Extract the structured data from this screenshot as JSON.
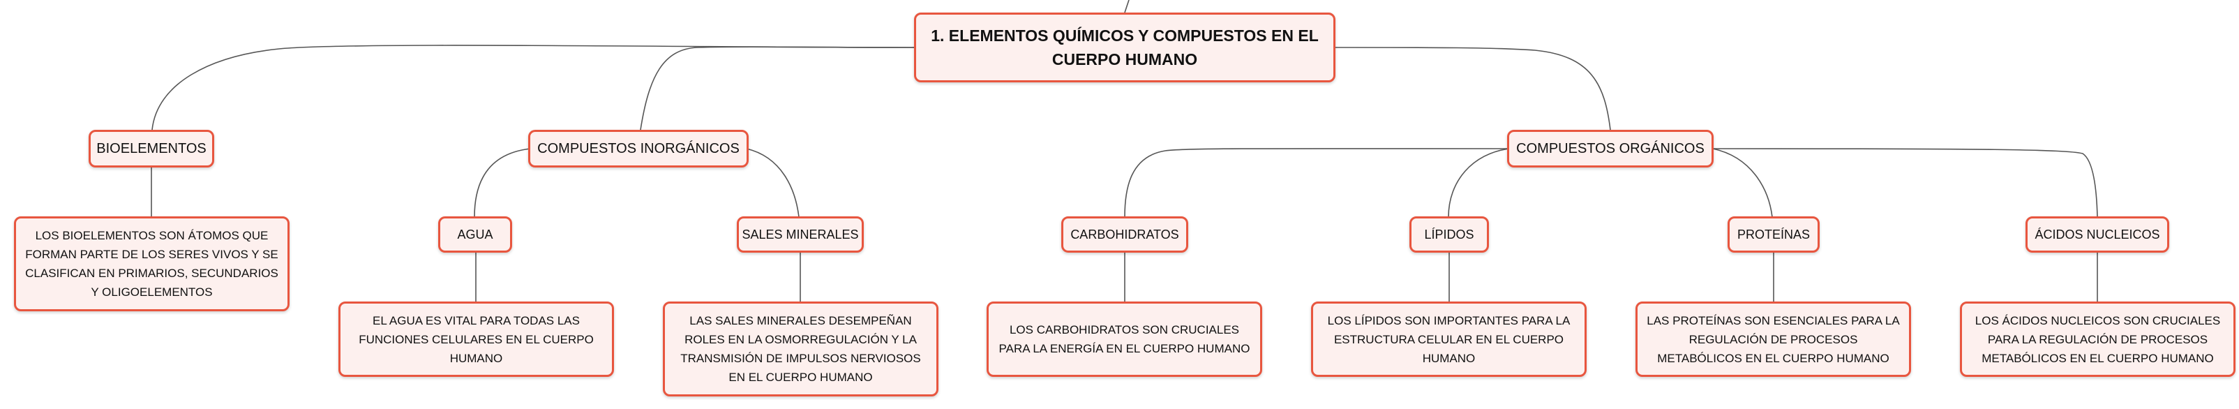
{
  "colors": {
    "node_border": "#e8563f",
    "node_fill": "#fdf0ee",
    "link": "#555555"
  },
  "nodes": {
    "root": "1. ELEMENTOS QUÍMICOS Y COMPUESTOS EN EL CUERPO HUMANO",
    "bioelementos": "BIOELEMENTOS",
    "inorganicos": "COMPUESTOS INORGÁNICOS",
    "organicos": "COMPUESTOS ORGÁNICOS",
    "agua": "AGUA",
    "sales": "SALES MINERALES",
    "carbohidratos": "CARBOHIDRATOS",
    "lipidos": "LÍPIDOS",
    "proteinas": "PROTEÍNAS",
    "acidos": "ÁCIDOS NUCLEICOS",
    "bioelementos_desc": "LOS BIOELEMENTOS SON ÁTOMOS QUE FORMAN PARTE DE LOS SERES VIVOS Y SE CLASIFICAN EN PRIMARIOS, SECUNDARIOS Y OLIGOELEMENTOS",
    "agua_desc": "EL AGUA ES VITAL PARA TODAS LAS FUNCIONES CELULARES EN EL CUERPO HUMANO",
    "sales_desc": "LAS SALES MINERALES DESEMPEÑAN ROLES EN LA OSMORREGULACIÓN Y LA TRANSMISIÓN DE IMPULSOS NERVIOSOS EN EL CUERPO HUMANO",
    "carbohidratos_desc": "LOS CARBOHIDRATOS SON CRUCIALES PARA LA ENERGÍA EN EL CUERPO HUMANO",
    "lipidos_desc": "LOS LÍPIDOS SON IMPORTANTES PARA LA ESTRUCTURA CELULAR EN EL CUERPO HUMANO",
    "proteinas_desc": "LAS PROTEÍNAS SON ESENCIALES PARA LA REGULACIÓN DE PROCESOS METABÓLICOS EN EL CUERPO HUMANO",
    "acidos_desc": "LOS ÁCIDOS NUCLEICOS SON CRUCIALES PARA LA REGULACIÓN DE PROCESOS METABÓLICOS EN EL CUERPO HUMANO"
  }
}
